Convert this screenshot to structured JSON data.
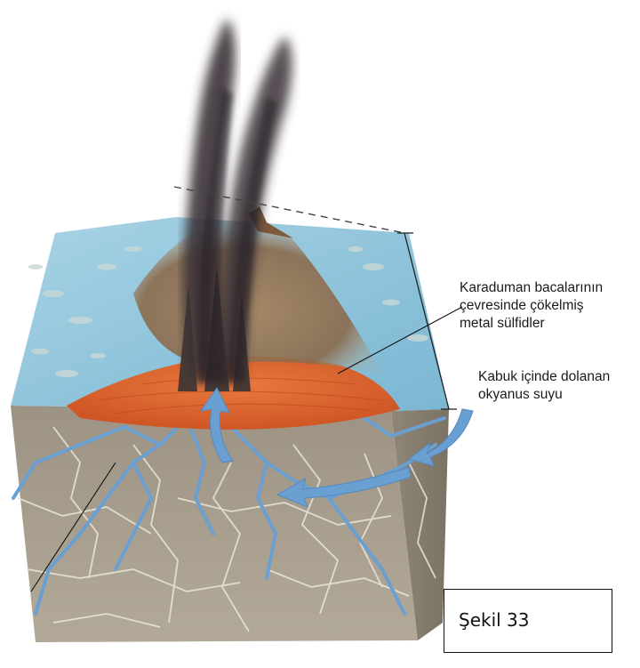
{
  "labels": {
    "sulfide": [
      "Karaduman bacalarının",
      "çevresinde çökelmiş",
      "metal sülfidler"
    ],
    "water": [
      "Kabuk içinde dolanan",
      "okyanus suyu"
    ]
  },
  "figure_caption": "Şekil 33",
  "colors": {
    "sea_floor": "#8fc4dc",
    "rock": "#a49a8a",
    "rock_dark": "#7e7466",
    "magma": "#d9622c",
    "water_channel": "#6a9fd2",
    "smoke": "#3b3238",
    "sulfide_mound": "#8a6a4c"
  }
}
